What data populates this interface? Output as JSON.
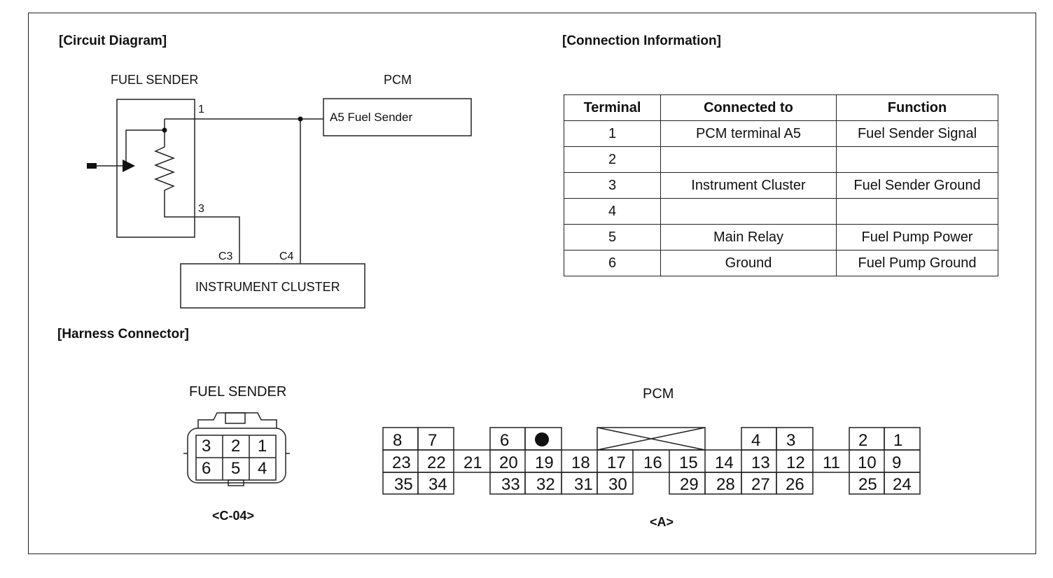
{
  "sections": {
    "circuit": "[Circuit Diagram]",
    "connection": "[Connection Information]",
    "harness": "[Harness Connector]"
  },
  "circuit": {
    "fuel_sender_label": "FUEL SENDER",
    "pcm_label": "PCM",
    "pcm_box_text": "A5 Fuel Sender",
    "cluster_box_text": "INSTRUMENT CLUSTER",
    "pin_1": "1",
    "pin_3": "3",
    "pin_c3": "C3",
    "pin_c4": "C4"
  },
  "connection_table": {
    "headers": {
      "terminal": "Terminal",
      "connected_to": "Connected to",
      "function": "Function"
    },
    "rows": [
      {
        "terminal": "1",
        "connected_to": "PCM terminal A5",
        "function": "Fuel Sender Signal"
      },
      {
        "terminal": "2",
        "connected_to": "",
        "function": ""
      },
      {
        "terminal": "3",
        "connected_to": "Instrument Cluster",
        "function": "Fuel Sender Ground"
      },
      {
        "terminal": "4",
        "connected_to": "",
        "function": ""
      },
      {
        "terminal": "5",
        "connected_to": "Main Relay",
        "function": "Fuel Pump Power"
      },
      {
        "terminal": "6",
        "connected_to": "Ground",
        "function": "Fuel Pump Ground"
      }
    ]
  },
  "harness": {
    "fuel_sender_title": "FUEL SENDER",
    "fuel_sender_code": "<C-04>",
    "fuel_sender_pins": [
      "3",
      "2",
      "1",
      "6",
      "5",
      "4"
    ],
    "pcm_title": "PCM",
    "pcm_code": "<A>",
    "pcm_pins": {
      "r1": [
        "8",
        "7",
        "6",
        "4",
        "3",
        "2",
        "1"
      ],
      "r2": [
        "23",
        "22",
        "21",
        "20",
        "19",
        "18",
        "17",
        "16",
        "15",
        "14",
        "13",
        "12",
        "11",
        "10",
        "9"
      ],
      "r3": [
        "35",
        "34",
        "33",
        "32",
        "31",
        "30",
        "29",
        "28",
        "27",
        "26",
        "25",
        "24"
      ]
    }
  }
}
